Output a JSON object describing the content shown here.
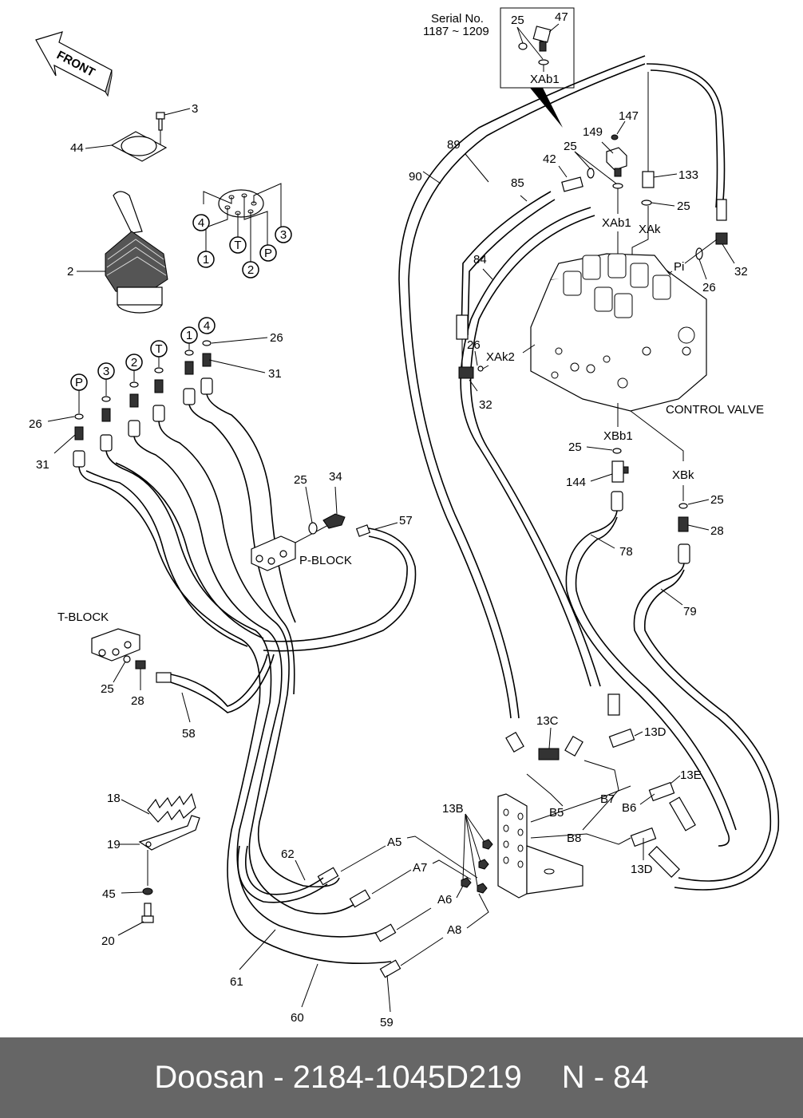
{
  "footer": {
    "brand": "Doosan",
    "separator": " - ",
    "part_number": "2184-1045D219",
    "ref_prefix": "N",
    "ref_number": "84"
  },
  "diagram": {
    "front_arrow": "FRONT",
    "inset": {
      "serial_title": "Serial No.",
      "serial_range": "1187 ~ 1209",
      "callouts": [
        "25",
        "47"
      ],
      "port": "XAb1"
    },
    "joystick": {
      "callouts": {
        "bolt": "3",
        "plate": "44",
        "lever": "2"
      },
      "port_circles": [
        "4",
        "1",
        "T",
        "2",
        "P",
        "3"
      ]
    },
    "hose_ports": {
      "circles": [
        "P",
        "3",
        "2",
        "T",
        "1",
        "4"
      ],
      "callouts": {
        "oring_top": "26",
        "adapter_top": "31",
        "oring_left": "26",
        "adapter_left": "31"
      }
    },
    "p_block": {
      "label": "P-BLOCK",
      "oring": "25",
      "elbow": "34",
      "hose": "57"
    },
    "t_block": {
      "label": "T-BLOCK",
      "oring": "25",
      "adapter": "28",
      "hose": "58"
    },
    "clamp": {
      "clip": "18",
      "bracket": "19",
      "washer": "45",
      "bolt": "20"
    },
    "control_valve": {
      "label": "CONTROL VALVE",
      "ports": {
        "xab1": "XAb1",
        "xak": "XAk",
        "xak2": "XAk2",
        "pi": "Pi",
        "xbb1": "XBb1",
        "xbk": "XBk"
      },
      "callouts": {
        "hose_90": "90",
        "hose_89": "89",
        "hose_85": "85",
        "hose_84": "84",
        "valve_42": "42",
        "block_149": "149",
        "plug_147": "147",
        "oring_25a": "25",
        "tee_133": "133",
        "oring_25b": "25",
        "elbow_32_right": "32",
        "oring_26_right": "26",
        "oring_26_left": "26",
        "elbow_32_left": "32",
        "oring_25_xbb1": "25",
        "tee_144": "144",
        "hose_78": "78",
        "oring_25_xbk": "25",
        "adapter_28": "28",
        "hose_79": "79"
      }
    },
    "bulkhead": {
      "callouts": {
        "tee_13c": "13C",
        "elbow_13d_top": "13D",
        "elbow_13e": "13E",
        "elbow_13d_bottom": "13D",
        "nuts_13b": "13B"
      },
      "ports": [
        "B5",
        "B7",
        "B6",
        "B8",
        "A5",
        "A7",
        "A6",
        "A8"
      ]
    },
    "bottom_hoses": {
      "h62": "62",
      "h61": "61",
      "h60": "60",
      "h59": "59"
    }
  }
}
